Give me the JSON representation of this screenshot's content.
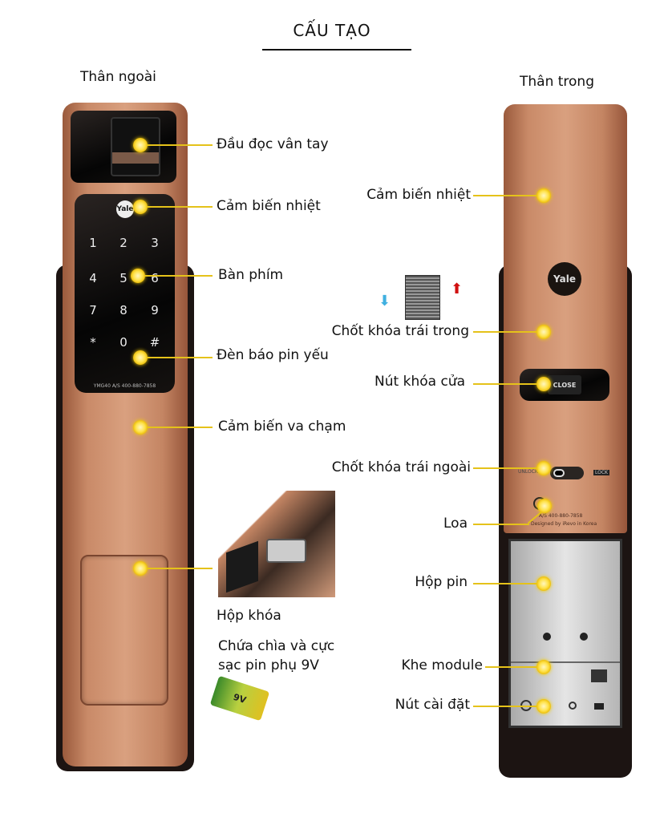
{
  "title": "CẤU TẠO",
  "outer": {
    "heading": "Thân ngoài",
    "labels": [
      "Đầu đọc vân tay",
      "Cảm biến nhiệt",
      "Bàn phím",
      "Đèn báo pin yếu",
      "Cảm biến va chạm",
      "Hộp khóa",
      "Chứa chìa và cực",
      "sạc pin phụ 9V"
    ],
    "keys": [
      "1",
      "2",
      "3",
      "4",
      "5",
      "6",
      "7",
      "8",
      "9",
      "*",
      "0",
      "#"
    ],
    "logo": "Yale",
    "keypad_footer": "YMG40  A/S 400-880-7858"
  },
  "inner": {
    "heading": "Thân trong",
    "labels": [
      "Cảm biến nhiệt",
      "Chốt khóa trái trong",
      "Nút khóa cửa",
      "Chốt khóa trái ngoài",
      "Loa",
      "Hộp pin",
      "Khe module",
      "Nút cài đặt"
    ],
    "logo": "Yale",
    "close": "CLOSE",
    "unlock": "UNLOCK",
    "lock": "LOCK",
    "service": "A/S 400-880-7858",
    "designed": "Designed by iRevo in Korea"
  },
  "battery_label": "9V",
  "colors": {
    "copper": "#c98a68",
    "accent": "#e5c21a"
  }
}
